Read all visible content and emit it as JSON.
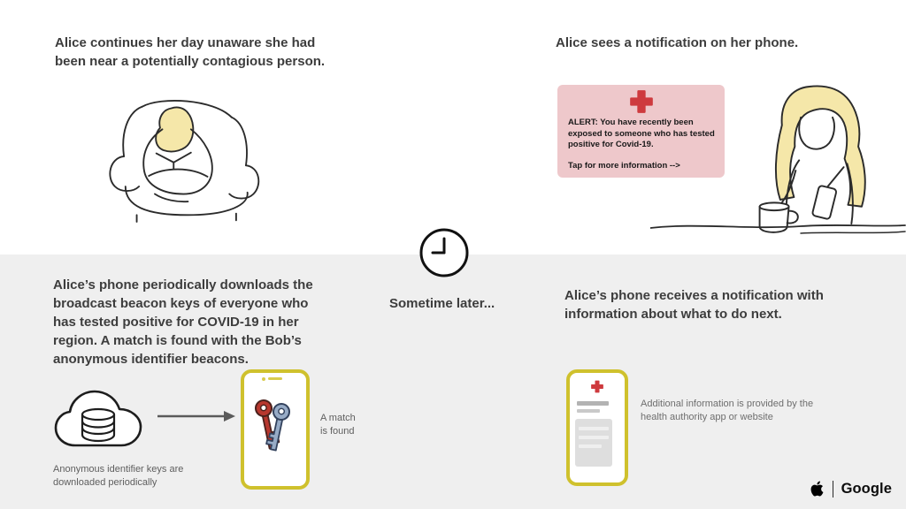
{
  "top_left": {
    "heading": "Alice continues her day unaware she had\nbeen near a potentially contagious person."
  },
  "top_right": {
    "heading": "Alice sees a notification on her phone.",
    "alert_body": "ALERT:  You have recently been\nexposed to someone who has tested\npositive for Covid-19.",
    "alert_cta": "Tap for more information -->"
  },
  "divider": {
    "caption": "Sometime later..."
  },
  "bottom_left": {
    "heading": "Alice’s phone periodically downloads the\nbroadcast beacon keys of everyone who\nhas tested positive for COVID-19 in her\nregion. A match is found with the Bob’s\nanonymous identifier beacons.",
    "match_label": "A match\nis found",
    "cloud_caption": "Anonymous identifier keys are\ndownloaded periodically"
  },
  "bottom_right": {
    "heading": "Alice’s phone receives a notification with\ninformation about what to do next.",
    "info_caption": "Additional information is provided by the\nhealth authority app or website"
  },
  "footer": {
    "google": "Google"
  },
  "colors": {
    "alert_bg": "#eec8cb",
    "cross_red": "#ce3a3e",
    "phone_frame": "#cfc12d",
    "key_red": "#b7372e",
    "key_blue": "#97abc6",
    "bottom_bg": "#efefef",
    "heading_text": "#3d3d3d"
  }
}
